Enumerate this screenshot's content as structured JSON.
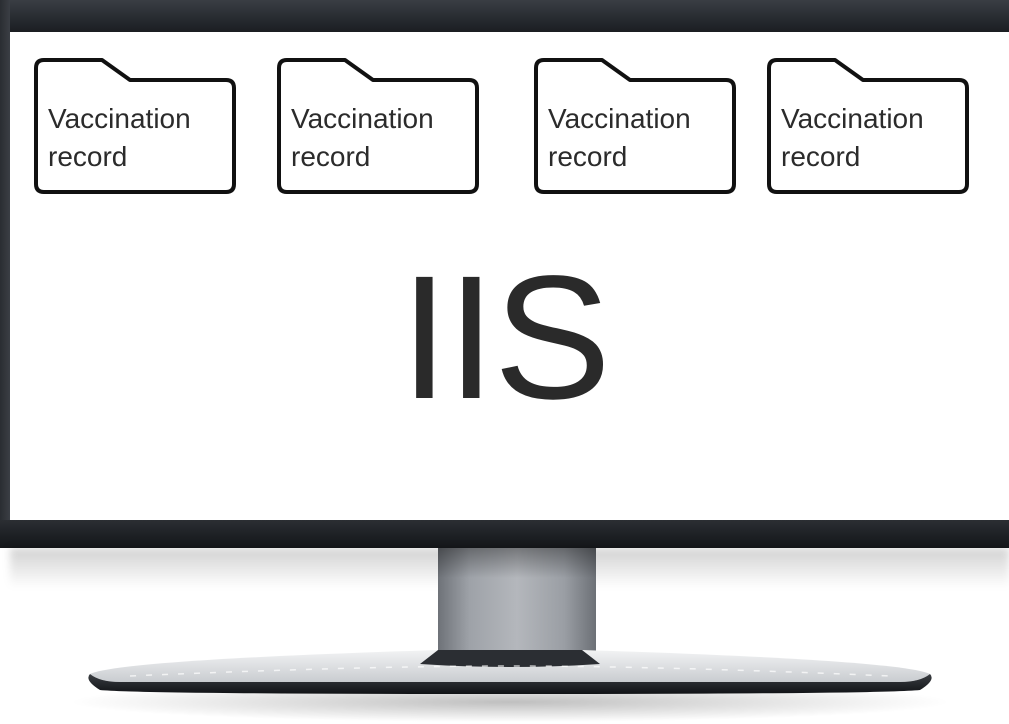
{
  "folders": [
    {
      "label": "Vaccination\nrecord"
    },
    {
      "label": "Vaccination\nrecord"
    },
    {
      "label": "Vaccination\nrecord"
    },
    {
      "label": "Vaccination\nrecord"
    }
  ],
  "screen": {
    "title": "IIS"
  },
  "colors": {
    "bezel": "#1f2226",
    "screen": "#ffffff",
    "folder_stroke": "#111111",
    "folder_fill": "#ffffff",
    "text": "#2a2a2a",
    "stand": "#a5a9ae"
  }
}
